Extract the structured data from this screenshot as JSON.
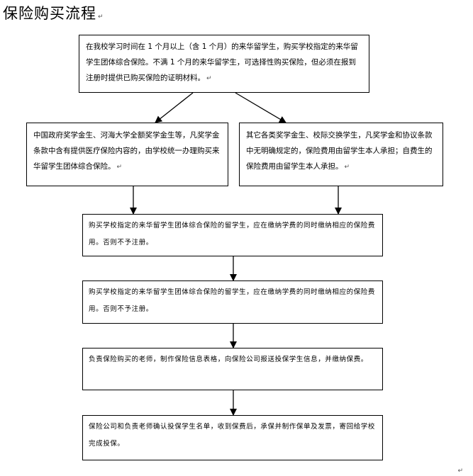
{
  "title": "保险购买流程",
  "return_mark": "↵",
  "box_top": "在我校学习时间在 1 个月以上（含 1 个月）的来华留学生，购买学校指定的来华留学生团体综合保险。不满 1 个月的来华留学生，可选择性购买保险，但必须在报到注册时提供已购买保险的证明材料。",
  "box_left": "中国政府奖学金生、河海大学全额奖学金生等，凡奖学金条款中含有提供医疗保险内容的，由学校统一办理购买来华留学生团体综合保险。",
  "box_right": "其它各类奖学金生、校际交换学生，凡奖学金和协议条款中无明确规定的，保险费用由留学生本人承担；自费生的保险费用由留学生本人承担。",
  "box_step1": "购买学校指定的来华留学生团体综合保险的留学生，应在缴纳学费的同时缴纳相应的保险费用。否则不予注册。",
  "box_step2": "购买学校指定的来华留学生团体综合保险的留学生，应在缴纳学费的同时缴纳相应的保险费用。否则不予注册。",
  "box_step3": "负责保险购买的老师，制作保险信息表格，向保险公司报送投保学生信息，并缴纳保费。",
  "box_step4": "保险公司和负责老师确认投保学生名单，收到保费后，承保并制作保单及发票，寄回给学校完成投保。"
}
